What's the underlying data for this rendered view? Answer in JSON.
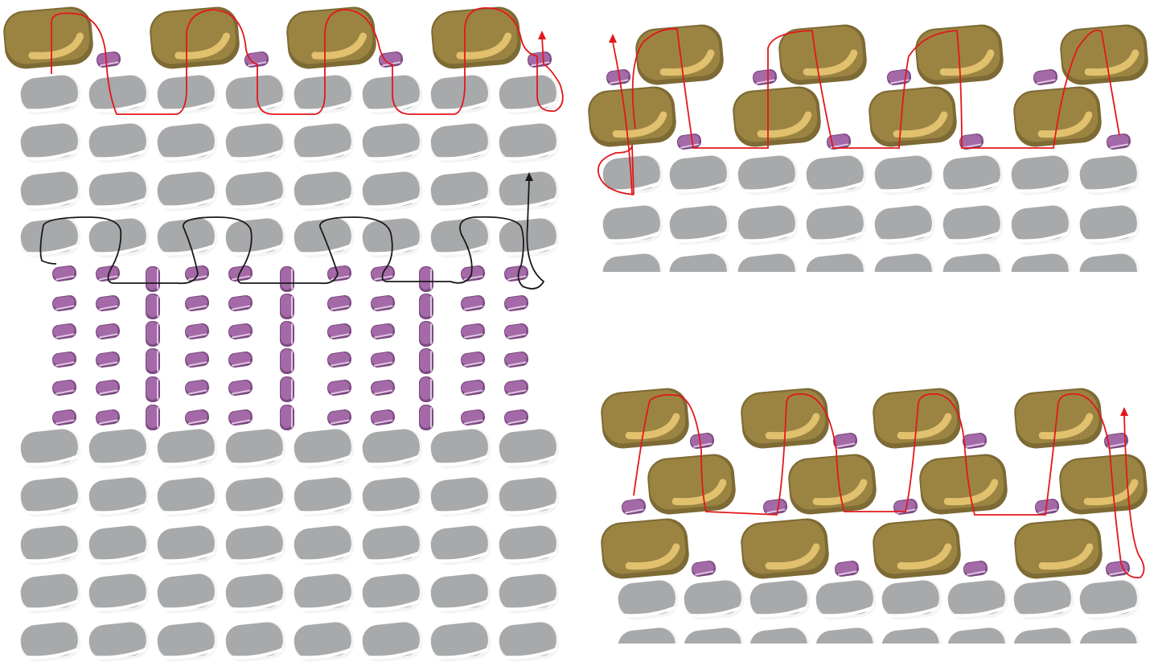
{
  "figure": {
    "panels": [
      {
        "id": "left",
        "description_visible_text": ""
      },
      {
        "id": "top-right"
      },
      {
        "id": "bottom-right"
      }
    ],
    "colors": {
      "gray_bead": "#a7a9ab",
      "gray_bead_edge": "#8f9193",
      "gray_highlight": "#f3f4f4",
      "gold_bead": "#9b8442",
      "gold_bead_edge": "#7d6a34",
      "gold_highlight": "#e1c06e",
      "purple_bead": "#a46aa8",
      "purple_bead_edge": "#7d4a82",
      "purple_highlight": "#e2c8e4",
      "thread_red": "#e2171b",
      "thread_black": "#1a1a1a"
    },
    "legend_or_text": []
  }
}
